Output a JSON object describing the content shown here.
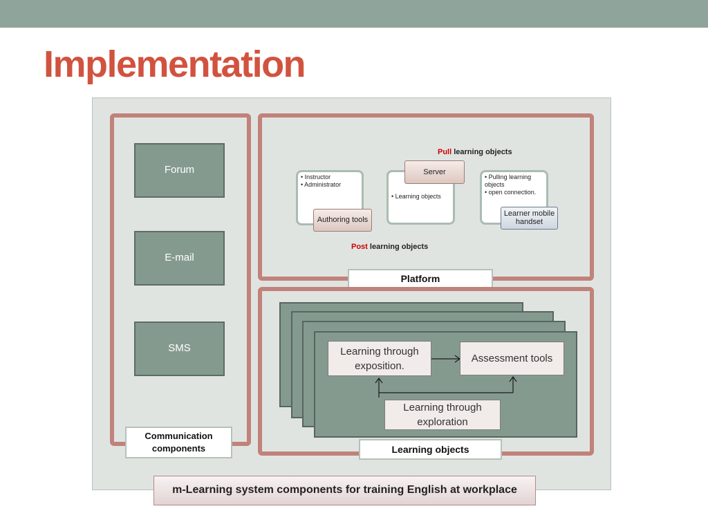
{
  "slide": {
    "title": "Implementation"
  },
  "communication": {
    "items": [
      "Forum",
      "E-mail",
      "SMS"
    ],
    "label": "Communication components"
  },
  "platform": {
    "label": "Platform",
    "pull": {
      "accent": "Pull",
      "rest": "learning objects"
    },
    "post": {
      "accent": "Post",
      "rest": "learning objects"
    },
    "authoring": {
      "bullets": [
        "• Instructor",
        "• Administrator"
      ],
      "tag": "Authoring tools"
    },
    "server": {
      "bullet": "• Learning objects",
      "tag": "Server"
    },
    "learner": {
      "bullets": [
        "• Pulling learning objects",
        "• open connection."
      ],
      "tag": "Learner mobile handset"
    }
  },
  "learning_objects": {
    "label": "Learning objects",
    "exposition": "Learning through exposition.",
    "assessment": "Assessment tools",
    "exploration": "Learning through exploration"
  },
  "caption": "m-Learning system components for training English at workplace",
  "colors": {
    "accent": "#d1533f",
    "frame": "#c0827a",
    "component": "#859a8f",
    "topbar": "#8fa49a"
  }
}
